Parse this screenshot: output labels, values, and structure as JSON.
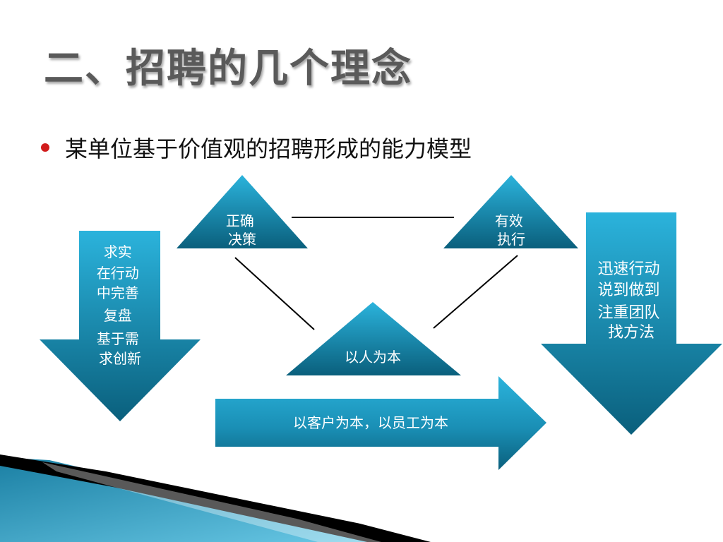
{
  "slide": {
    "title": "二、招聘的几个理念",
    "bullet": "某单位基于价值观的招聘形成的能力模型"
  },
  "diagram": {
    "triangles": {
      "correct_decision": [
        "正确",
        "决策"
      ],
      "effective_execution": [
        "有效",
        "执行"
      ],
      "people_oriented": [
        "以人为本"
      ]
    },
    "left_arrow": [
      "求实",
      "在行动",
      "中完善",
      "复盘",
      "基于需",
      "求创新"
    ],
    "right_arrow": [
      "迅速行动",
      "说到做到",
      "注重团队",
      "找方法"
    ],
    "bottom_arrow": "以客户为本，以员工为本"
  },
  "colors": {
    "shape_top": "#2bb3dc",
    "shape_bottom": "#0a5f7c",
    "bullet": "#d11c1c",
    "title": "#5a5a5a"
  }
}
